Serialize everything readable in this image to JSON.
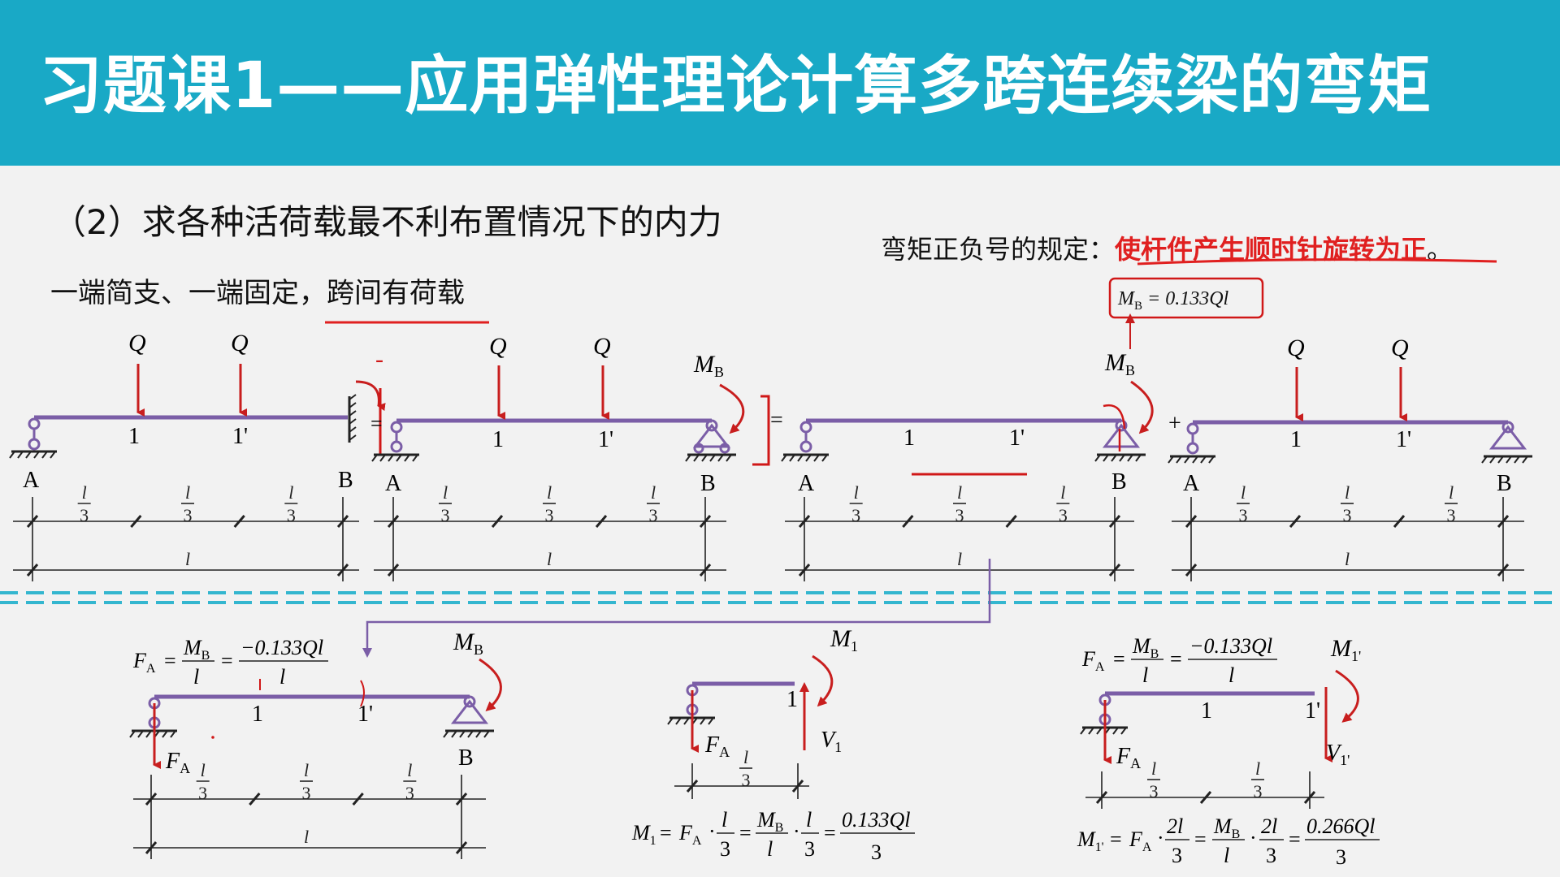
{
  "title": "习题课1——应用弹性理论计算多跨连续梁的弯矩",
  "subtitle": "（2）求各种活荷载最不利布置情况下的内力",
  "case_label": "一端简支、一端固定，跨间有荷载",
  "sign_rule": {
    "prefix": "弯矩正负号的规定：",
    "emphasis": "使杆件产生顺时针旋转为正",
    "suffix": "。"
  },
  "labels": {
    "Q": "Q",
    "pt1": "1",
    "pt1p": "1'",
    "A": "A",
    "B": "B",
    "l": "l",
    "three": "3",
    "MB": "M",
    "MB_sub": "B",
    "M1": "M",
    "M1_sub": "1",
    "M1p_sub": "1'",
    "V": "V",
    "V1_sub": "1",
    "V1p_sub": "1'",
    "FA": "F",
    "FA_sub": "A",
    "eq": "=",
    "plus": "+",
    "minus": "-",
    "two_l": "2l"
  },
  "formulas": {
    "mb_value": "M",
    "mb_value_rest": " = 0.133Ql",
    "fa_num": "−0.133Ql",
    "m1_result_num": "0.133Ql",
    "m1p_result_num": "0.266Ql"
  }
}
